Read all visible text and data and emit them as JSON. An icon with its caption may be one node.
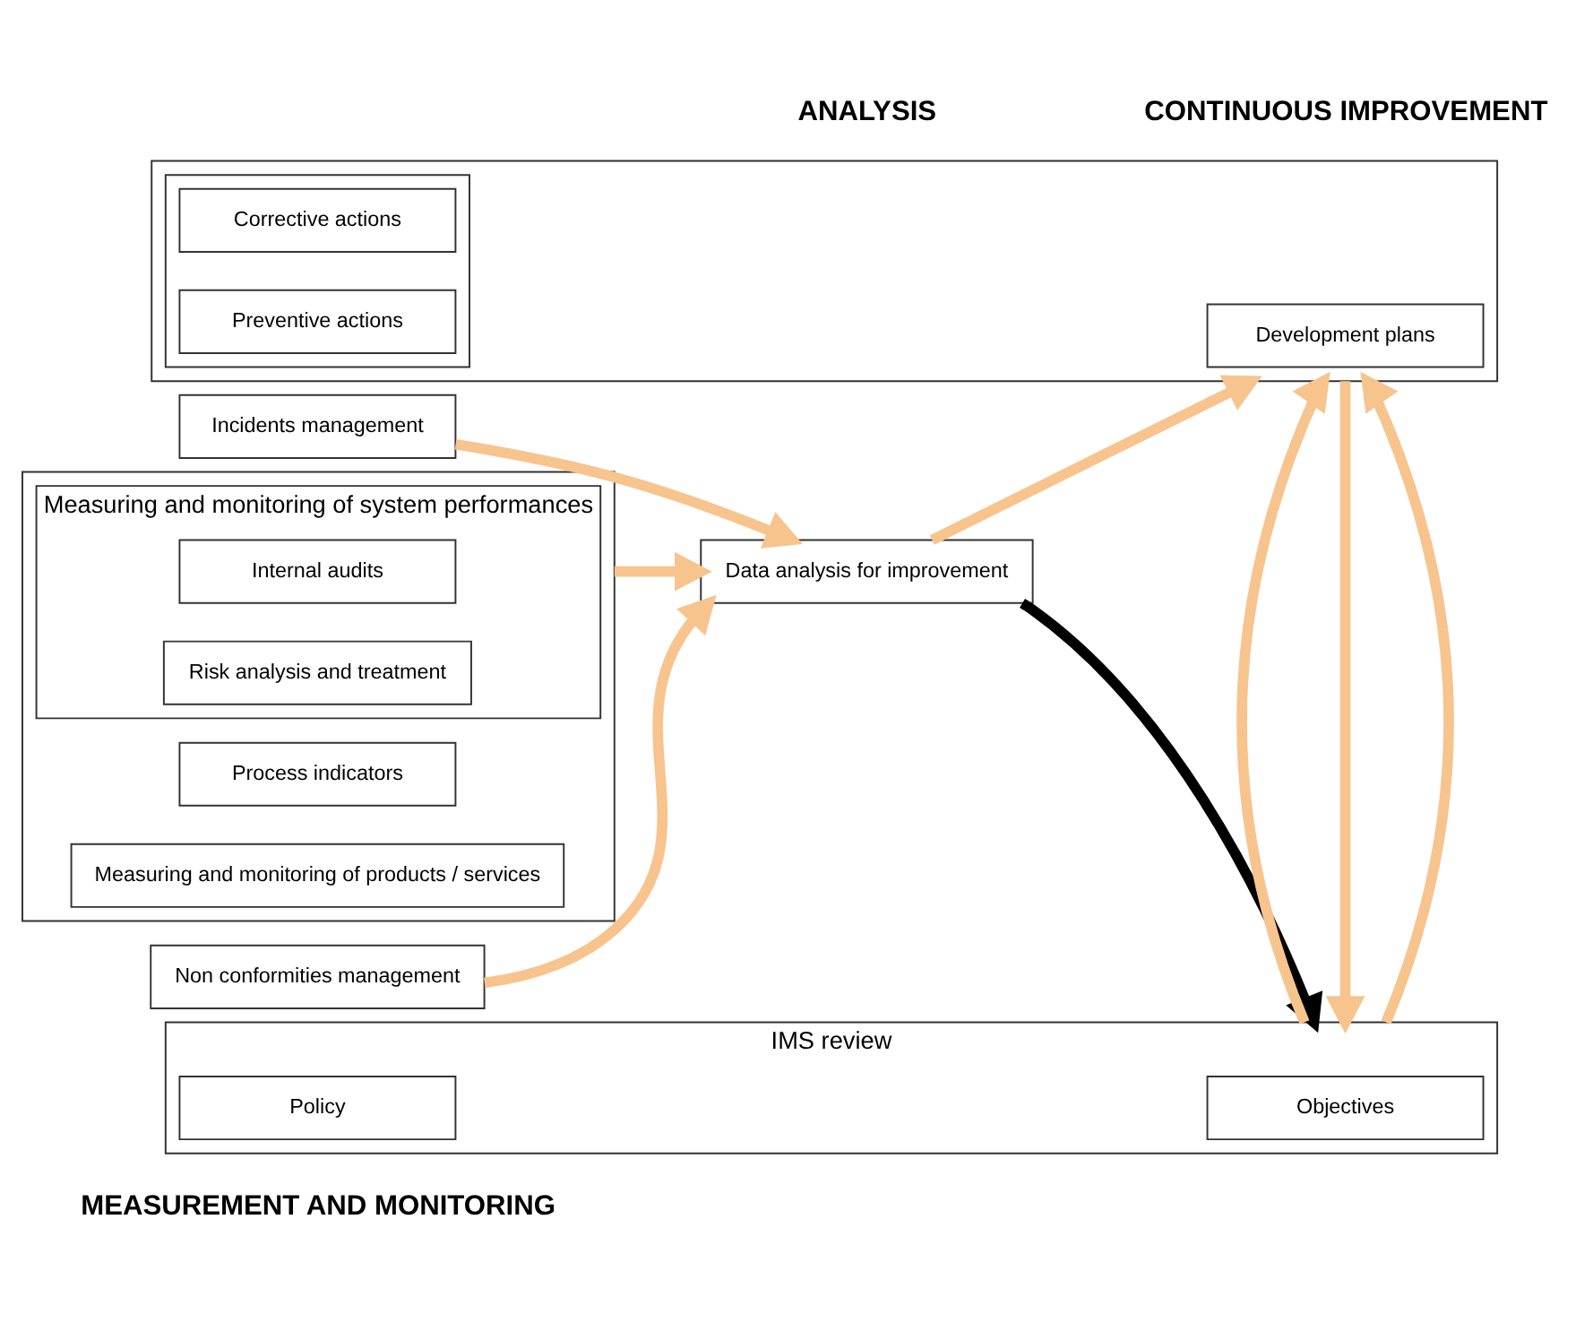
{
  "diagram": {
    "nodes": [
      {
        "text": [],
        "shape": "box"
      },
      {
        "text": [
          "Measuring and monitoring of system performances"
        ],
        "in": 0
      },
      {
        "text": [
          "Internal audits"
        ],
        "in": 1
      },
      {
        "text": [
          "Risk analysis and treatment"
        ],
        "in": 1
      },
      {
        "text": [
          "Process indicators"
        ],
        "in": 0
      },
      {
        "text": [
          "Measuring and monitoring of products / services"
        ],
        "in": 0
      },
      {
        "text": [
          "Non conformities management"
        ]
      },
      {
        "text": [
          "Incidents management"
        ]
      },
      {
        "text": [
          "Data analysis for improvement"
        ]
      },
      {
        "text": [],
        "shape": "box"
      },
      {
        "text": [
          "Development plans"
        ],
        "in": 9
      },
      {
        "text": [],
        "shape": "box",
        "in": 9
      },
      {
        "text": [
          "Corrective actions"
        ],
        "in": 11
      },
      {
        "text": [
          "Preventive actions"
        ],
        "in": 11
      },
      {
        "text": [
          "IMS review"
        ]
      },
      {
        "text": [
          "Objectives"
        ],
        "in": 14
      },
      {
        "text": [
          "Policy"
        ],
        "in": 14
      }
    ],
    "edges": [
      {
        "from": 0,
        "to": 8,
        "arrow": "to"
      },
      {
        "from": 6,
        "to": 8,
        "arrow": "to"
      },
      {
        "from": 7,
        "to": 8,
        "arrow": "to"
      },
      {
        "from": 8,
        "to": 9,
        "arrow": "to"
      },
      {
        "from": 8,
        "to": 14,
        "arrow": "to",
        "color": "#000000"
      },
      {
        "from": 9,
        "to": 14,
        "arrow": "to"
      },
      {
        "from": 14,
        "to": 9,
        "arrow": "to"
      },
      {
        "from": 14,
        "to": 9,
        "arrow": "to"
      }
    ],
    "labels": [
      "MEASUREMENT AND MONITORING",
      "ANALYSIS",
      "CONTINUOUS IMPROVEMENT"
    ]
  }
}
